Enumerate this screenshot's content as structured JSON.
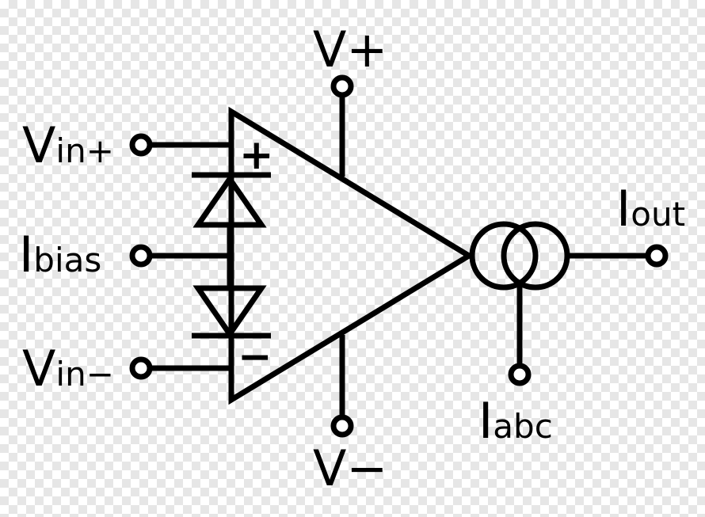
{
  "labels": {
    "vin_plus": {
      "main": "V",
      "sub": "in+"
    },
    "ibias": {
      "main": "I",
      "sub": "bias"
    },
    "vin_minus": {
      "main": "V",
      "sub": "in−"
    },
    "v_plus": "V+",
    "v_minus": "V−",
    "iout": {
      "main": "I",
      "sub": "out"
    },
    "iabc": {
      "main": "I",
      "sub": "abc"
    },
    "plus_sign": "+",
    "minus_sign": "−"
  },
  "colors": {
    "stroke": "#000000",
    "terminal_fill": "#ffffff",
    "checker_light": "#ffffff",
    "checker_dark": "#e6e6e6"
  }
}
